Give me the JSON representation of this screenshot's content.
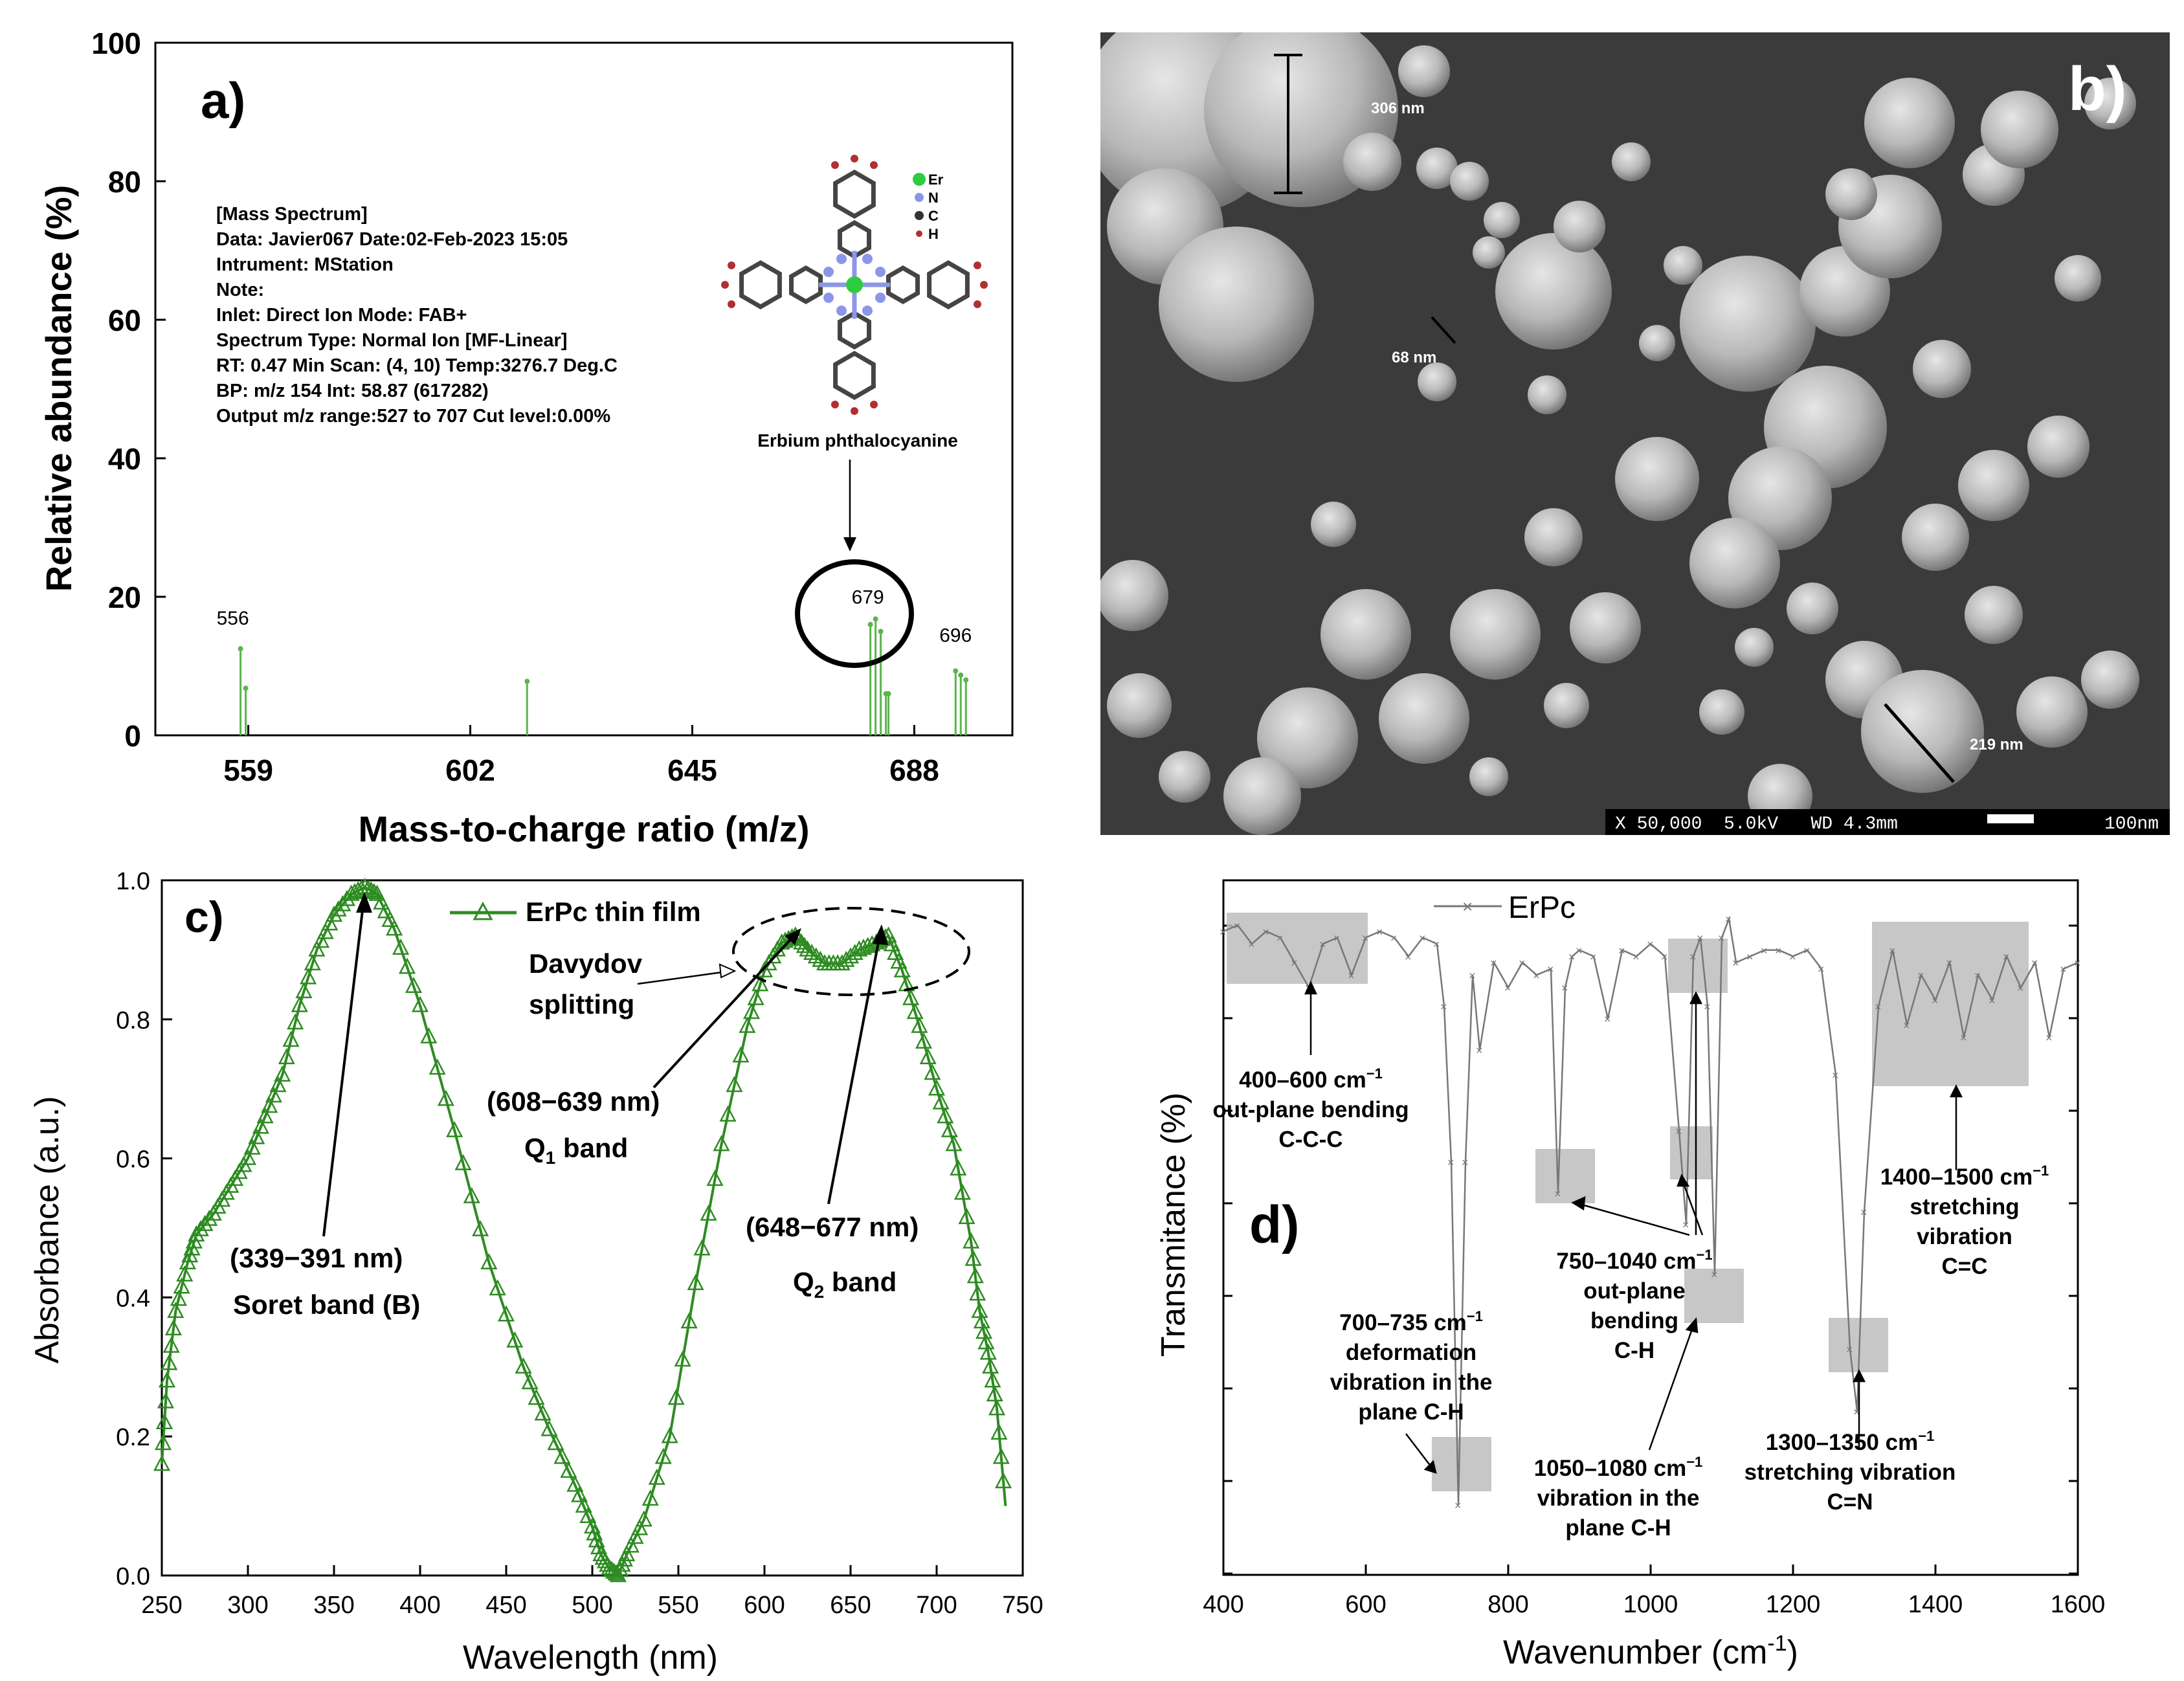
{
  "chart_data": [
    {
      "panel": "a)",
      "type": "bar",
      "xlabel": "Mass-to-charge ratio (m/z)",
      "ylabel": "Relative abundance (%)",
      "xlim": [
        541,
        707
      ],
      "ylim": [
        0,
        100
      ],
      "xticks": [
        "559",
        "602",
        "645",
        "688"
      ],
      "yticks": [
        "0",
        "20",
        "40",
        "60",
        "80",
        "100"
      ],
      "color": "#5ab54b",
      "x": [
        557.5,
        558.5,
        613,
        679.5,
        680.5,
        681.5,
        682.5,
        683,
        696,
        697,
        698
      ],
      "values": [
        12.5,
        6.8,
        7.8,
        16.0,
        16.8,
        15.0,
        6.0,
        6.0,
        9.3,
        8.7,
        8.0
      ],
      "peak_labels": [
        {
          "text": "556",
          "x": 556,
          "y": 16
        },
        {
          "text": "679",
          "x": 679,
          "y": 19
        },
        {
          "text": "696",
          "x": 696,
          "y": 13.5
        }
      ],
      "info_lines": [
        "[Mass Spectrum]",
        "Data: Javier067     Date:02-Feb-2023 15:05",
        "Intrument: MStation",
        "Note:",
        "Inlet: Direct   Ion Mode: FAB+",
        "Spectrum Type: Normal Ion [MF-Linear]",
        "RT: 0.47 Min      Scan: (4, 10) Temp:3276.7 Deg.C",
        "BP: m/z 154       Int: 58.87 (617282)",
        "Output m/z range:527 to 707      Cut level:0.00%"
      ],
      "molecule_label": "Erbium phthalocyanine",
      "molecule_legend": [
        {
          "symbol": "Er",
          "color": "#2ecc40"
        },
        {
          "symbol": "N",
          "color": "#8c96e8"
        },
        {
          "symbol": "C",
          "color": "#333333"
        },
        {
          "symbol": "H",
          "color": "#b03030"
        }
      ]
    },
    {
      "panel": "c)",
      "type": "line",
      "xlabel": "Wavelength (nm)",
      "ylabel": "Absorbance (a.u.)",
      "xlim": [
        250,
        750
      ],
      "ylim": [
        0.0,
        1.0
      ],
      "xticks": [
        "250",
        "300",
        "350",
        "400",
        "450",
        "500",
        "550",
        "600",
        "650",
        "700",
        "750"
      ],
      "yticks": [
        "0.0",
        "0.2",
        "0.4",
        "0.6",
        "0.8",
        "1.0"
      ],
      "series": [
        {
          "name": "ErPc thin film",
          "color": "#2e8b22",
          "x": [
            250,
            253,
            258,
            265,
            270,
            280,
            290,
            300,
            310,
            320,
            330,
            340,
            350,
            360,
            368,
            375,
            385,
            400,
            420,
            440,
            460,
            475,
            490,
            500,
            505,
            510,
            515,
            520,
            530,
            545,
            560,
            575,
            590,
            600,
            610,
            618,
            625,
            635,
            645,
            655,
            665,
            672,
            680,
            690,
            700,
            710,
            720,
            725,
            730,
            735,
            740
          ],
          "y": [
            0.16,
            0.28,
            0.38,
            0.45,
            0.49,
            0.52,
            0.56,
            0.6,
            0.66,
            0.72,
            0.82,
            0.9,
            0.95,
            0.98,
            0.99,
            0.98,
            0.93,
            0.82,
            0.64,
            0.45,
            0.3,
            0.21,
            0.13,
            0.07,
            0.03,
            0.01,
            0.0,
            0.03,
            0.08,
            0.2,
            0.42,
            0.62,
            0.79,
            0.87,
            0.91,
            0.92,
            0.9,
            0.88,
            0.88,
            0.9,
            0.91,
            0.92,
            0.87,
            0.79,
            0.7,
            0.62,
            0.48,
            0.38,
            0.32,
            0.24,
            0.1
          ]
        }
      ],
      "legend_position": "top-center",
      "annotations": {
        "davydov": [
          "Davydov",
          "splitting"
        ],
        "soret_range": "(339−391 nm)",
        "soret_name": "Soret band (B)",
        "q1_range": "(608−639 nm)",
        "q1_name": "Q",
        "q1_sub": "1",
        "q1_suffix": " band",
        "q2_range": "(648−677 nm)",
        "q2_name": "Q",
        "q2_sub": "2",
        "q2_suffix": " band"
      }
    },
    {
      "panel": "d)",
      "type": "line",
      "xlabel": "Wavenumber (cm",
      "xlabel_sup": "-1",
      "xlabel_end": ")",
      "ylabel": "Transmitance (%)",
      "xlim": [
        400,
        1600
      ],
      "ylim": [
        0,
        100
      ],
      "xticks": [
        "400",
        "600",
        "800",
        "1000",
        "1200",
        "1400",
        "1600"
      ],
      "series": [
        {
          "name": "ErPc",
          "color": "#777777",
          "x": [
            400,
            420,
            440,
            460,
            480,
            500,
            520,
            540,
            560,
            580,
            600,
            620,
            640,
            660,
            680,
            700,
            710,
            720,
            730,
            740,
            750,
            760,
            780,
            800,
            820,
            840,
            860,
            870,
            880,
            890,
            900,
            920,
            940,
            960,
            980,
            1000,
            1020,
            1040,
            1050,
            1060,
            1070,
            1080,
            1090,
            1100,
            1110,
            1120,
            1140,
            1160,
            1180,
            1200,
            1220,
            1240,
            1260,
            1280,
            1290,
            1300,
            1320,
            1340,
            1360,
            1380,
            1400,
            1420,
            1440,
            1460,
            1480,
            1500,
            1520,
            1540,
            1560,
            1580,
            1600
          ],
          "y": [
            97,
            98,
            95,
            97,
            96,
            92,
            88,
            95,
            96,
            90,
            96,
            97,
            96,
            93,
            96,
            95,
            85,
            60,
            5,
            60,
            90,
            78,
            92,
            88,
            92,
            90,
            91,
            55,
            88,
            93,
            94,
            93,
            83,
            94,
            93,
            95,
            93,
            65,
            50,
            93,
            96,
            85,
            42,
            96,
            99,
            92,
            93,
            94,
            94,
            93,
            94,
            91,
            74,
            30,
            20,
            52,
            85,
            94,
            82,
            90,
            86,
            92,
            80,
            90,
            86,
            93,
            88,
            92,
            80,
            91,
            92
          ]
        }
      ],
      "legend_position": "top-center",
      "annotations": [
        {
          "range": "400–600 cm",
          "lines": [
            "out-plane bending",
            "C-C-C"
          ]
        },
        {
          "range": "700–735 cm",
          "lines": [
            "deformation",
            "vibration in the",
            "plane C-H"
          ]
        },
        {
          "range": "750–1040 cm",
          "lines": [
            "out-plane",
            "bending",
            "C-H"
          ]
        },
        {
          "range": "1050–1080 cm",
          "lines": [
            "vibration in the",
            "plane C-H"
          ]
        },
        {
          "range": "1300–1350 cm",
          "lines": [
            "stretching vibration",
            "C=N"
          ]
        },
        {
          "range": "1400–1500 cm",
          "lines": [
            "stretching",
            "vibration",
            "C=C"
          ]
        }
      ],
      "sup": "−1"
    }
  ],
  "sem": {
    "panel": "b)",
    "measurements": [
      "306 nm",
      "68 nm",
      "219 nm"
    ],
    "footer": "X 50,000  5.0kV   WD 4.3mm",
    "scale": "100nm"
  }
}
